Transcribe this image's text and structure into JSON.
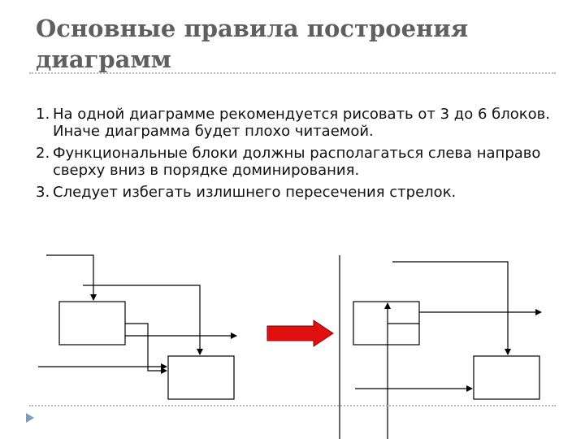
{
  "slide": {
    "title": "Основные правила построения диаграмм",
    "rules": [
      {
        "number": "1.",
        "text": "На одной диаграмме рекомендуется рисовать от 3 до 6 блоков. Иначе диаграмма будет плохо читаемой."
      },
      {
        "number": "2.",
        "text": "Функциональные блоки должны располагаться слева направо сверху вниз в порядке доминирования."
      },
      {
        "number": "3.",
        "text": "Следует избегать излишнего пересечения стрелок."
      }
    ]
  },
  "colors": {
    "title": "#5f5f5f",
    "arrow_fill": "#e01010",
    "marker": "#7f9bb9"
  },
  "icons": {
    "footer_marker": "triangle-bullet-icon",
    "transition_arrow": "right-arrow-icon"
  }
}
